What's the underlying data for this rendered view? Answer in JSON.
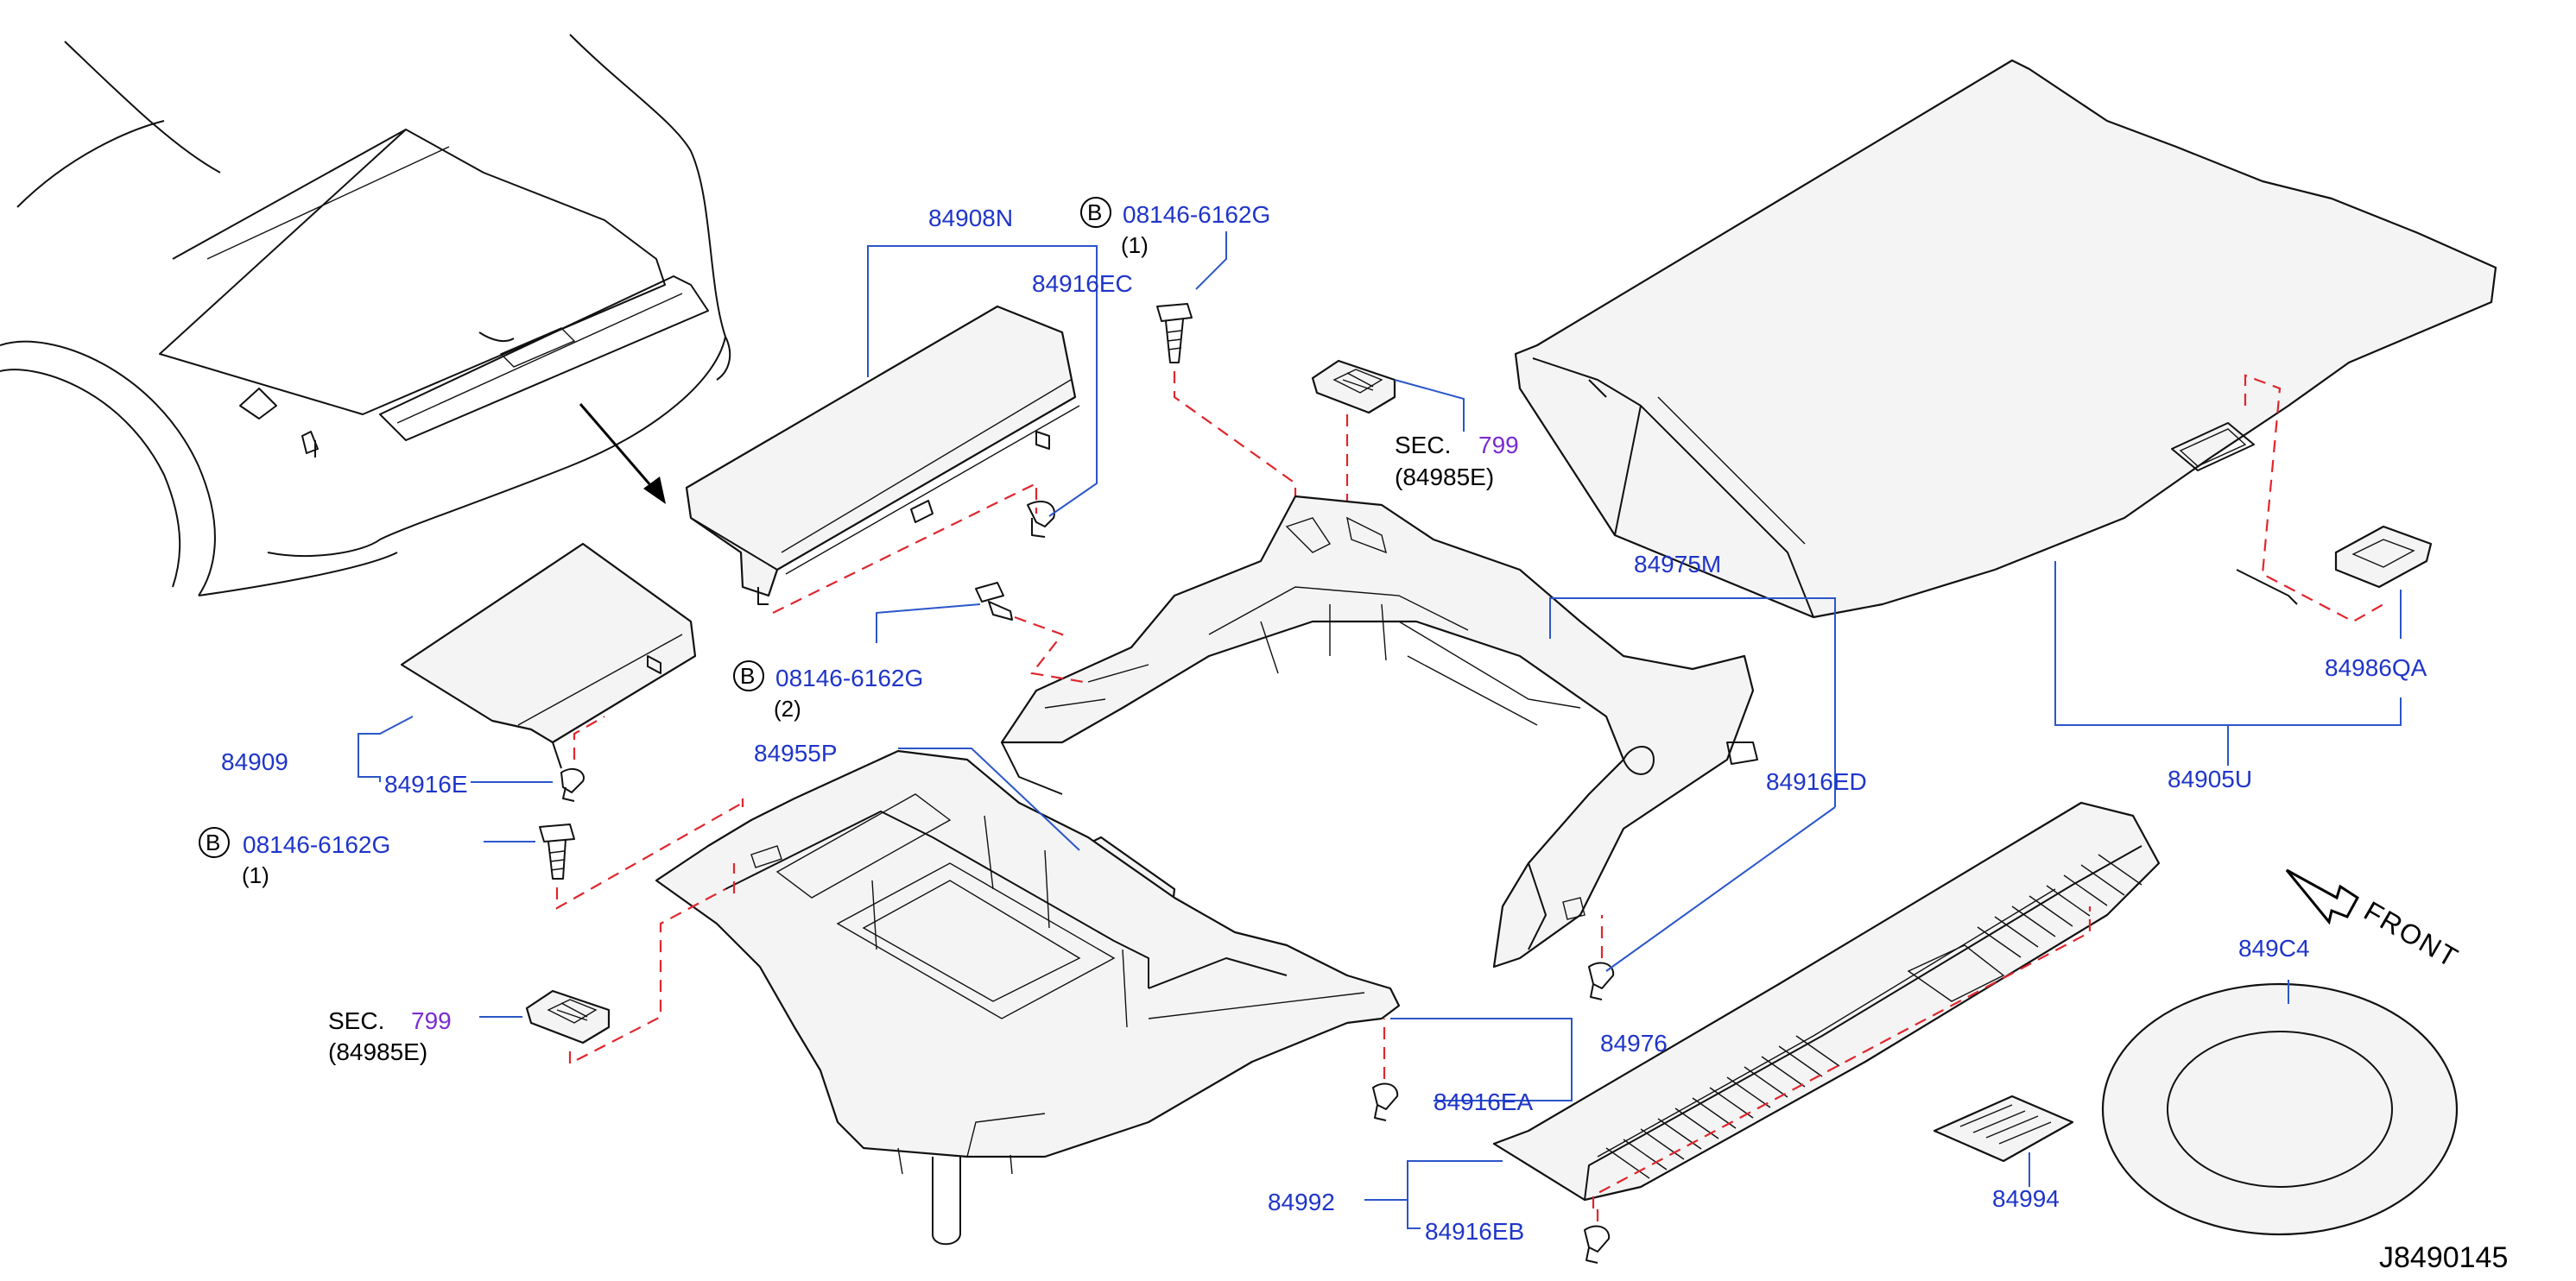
{
  "diagram_code": "J8490145",
  "front_label": "FRONT",
  "colors": {
    "part_number": "#1f35c9",
    "section_number": "#7a2bd1",
    "leader_line": "#2b56c9",
    "dashed_link": "#e0262d"
  },
  "callouts": {
    "p84908N": "84908N",
    "p84916EC": "84916EC",
    "b1_mark": "B",
    "b1_number": "08146-6162G",
    "b1_qty": "(1)",
    "sec_top_label": "SEC.",
    "sec_top_num": "799",
    "sec_top_ref": "(84985E)",
    "p84975M": "84975M",
    "p84916ED": "84916ED",
    "b2_mark": "B",
    "b2_number": "08146-6162G",
    "b2_qty": "(2)",
    "p84955P": "84955P",
    "p84909": "84909",
    "p84916E": "84916E",
    "b3_mark": "B",
    "b3_number": "08146-6162G",
    "b3_qty": "(1)",
    "sec_left_label": "SEC.",
    "sec_left_num": "799",
    "sec_left_ref": "(84985E)",
    "p84976": "84976",
    "p84916EA": "84916EA",
    "p84992": "84992",
    "p84916EB": "84916EB",
    "p84994": "84994",
    "p849C4": "849C4",
    "p84986QA": "84986QA",
    "p84905U": "84905U"
  }
}
